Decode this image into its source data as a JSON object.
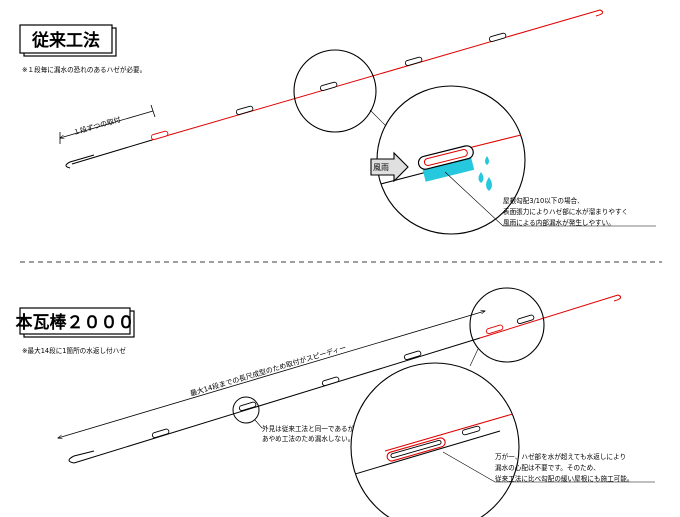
{
  "colors": {
    "line": "#000000",
    "accent": "#e00000",
    "water": "#26c8dd",
    "arrow_fill": "#e0e0e0"
  },
  "section1": {
    "title": "従来工法",
    "note": "※１段毎に漏水の恐れのあるハゼが必要。",
    "step_label": "１段ずつの取付",
    "wind_label": "風雨",
    "desc": [
      "屋根勾配3/10以下の場合、",
      "表面張力によりハゼ部に水が溜まりやすく",
      "風雨による内部漏水が発生しやすい。"
    ]
  },
  "section2": {
    "title": "本瓦棒２０００",
    "note": "※最大14段に1箇所の水返し付ハゼ",
    "span_label": "最大14段までの長尺成型のため取付がスピーディー",
    "appear_note": [
      "外見は従来工法と同一であるが",
      "あやめ工法のため漏水しない。"
    ],
    "desc": [
      "万が一、ハゼ部を水が超えても水返しにより",
      "漏水の心配は不要です。そのため、",
      "従来工法に比べ勾配の緩い屋根にも施工可能。"
    ]
  }
}
